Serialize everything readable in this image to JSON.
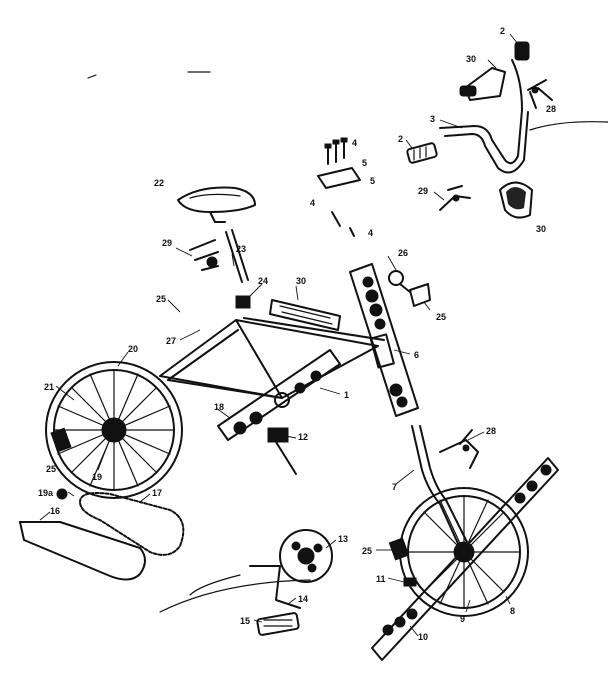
{
  "labels": {
    "l2a": "2",
    "l30a": "30",
    "l28a": "28",
    "l3": "3",
    "l2b": "2",
    "l4a": "4",
    "l5a": "5",
    "l5b": "5",
    "l4b": "4",
    "l4c": "4",
    "l22": "22",
    "l29a": "29",
    "l30b": "30",
    "l29b": "29",
    "l23": "23",
    "l26": "26",
    "l24": "24",
    "l30c": "30",
    "l25a": "25",
    "l25b": "25",
    "l27": "27",
    "l6": "6",
    "l20": "20",
    "l1": "1",
    "l21": "21",
    "l18": "18",
    "l12": "12",
    "l28b": "28",
    "l25c": "25",
    "l19": "19",
    "l7": "7",
    "l19a": "19a",
    "l17": "17",
    "l16": "16",
    "l13": "13",
    "l25d": "25",
    "l11": "11",
    "l14": "14",
    "l8": "8",
    "l9": "9",
    "l15": "15",
    "l10": "10"
  }
}
